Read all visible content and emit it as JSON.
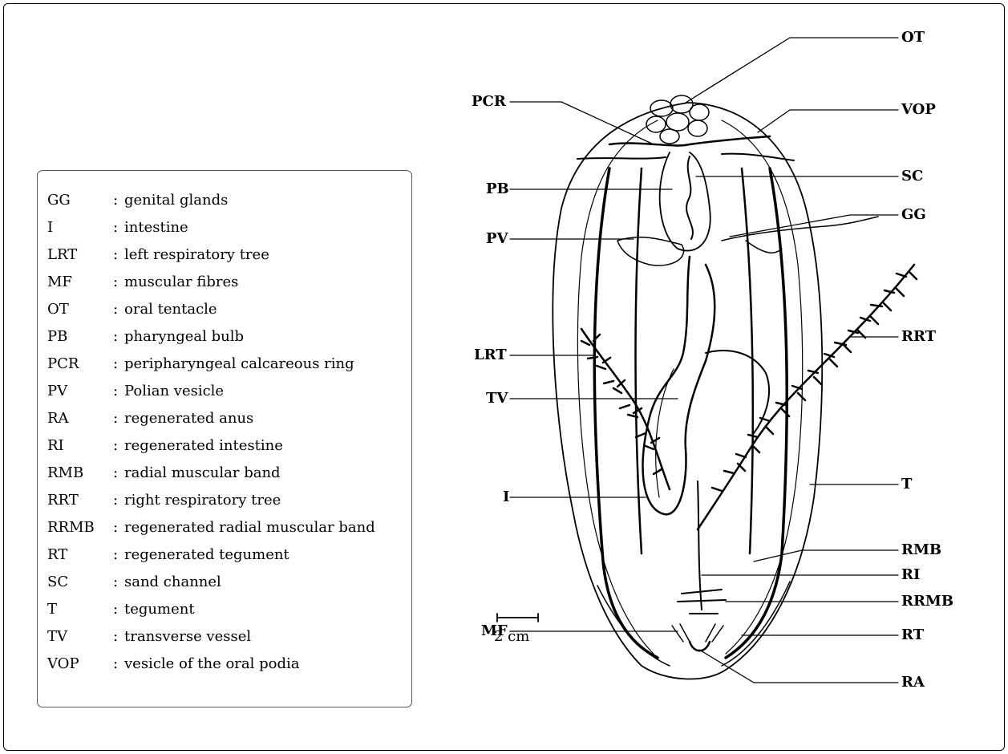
{
  "legend": [
    {
      "abbr": "GG",
      "desc": "genital glands"
    },
    {
      "abbr": "I",
      "desc": "intestine"
    },
    {
      "abbr": "LRT",
      "desc": "left respiratory tree"
    },
    {
      "abbr": "MF",
      "desc": "muscular fibres"
    },
    {
      "abbr": "OT",
      "desc": "oral tentacle"
    },
    {
      "abbr": "PB",
      "desc": "pharyngeal bulb"
    },
    {
      "abbr": "PCR",
      "desc": "peripharyngeal calcareous ring"
    },
    {
      "abbr": "PV",
      "desc": "Polian vesicle"
    },
    {
      "abbr": "RA",
      "desc": "regenerated anus"
    },
    {
      "abbr": "RI",
      "desc": "regenerated intestine"
    },
    {
      "abbr": "RMB",
      "desc": "radial muscular band"
    },
    {
      "abbr": "RRT",
      "desc": "right respiratory tree"
    },
    {
      "abbr": "RRMB",
      "desc": "regenerated radial muscular band"
    },
    {
      "abbr": "RT",
      "desc": "regenerated tegument"
    },
    {
      "abbr": "SC",
      "desc": "sand channel"
    },
    {
      "abbr": "T",
      "desc": "tegument"
    },
    {
      "abbr": "TV",
      "desc": "transverse vessel"
    },
    {
      "abbr": "VOP",
      "desc": "vesicle of the oral podia"
    }
  ],
  "left_labels": [
    "PCR",
    "PB",
    "PV",
    "LRT",
    "TV",
    "I",
    "MF"
  ],
  "right_labels": [
    "OT",
    "VOP",
    "SC",
    "GG",
    "RRT",
    "T",
    "RMB",
    "RI",
    "RRMB",
    "RT",
    "RA"
  ],
  "scale_bar": {
    "label": "2 cm"
  }
}
